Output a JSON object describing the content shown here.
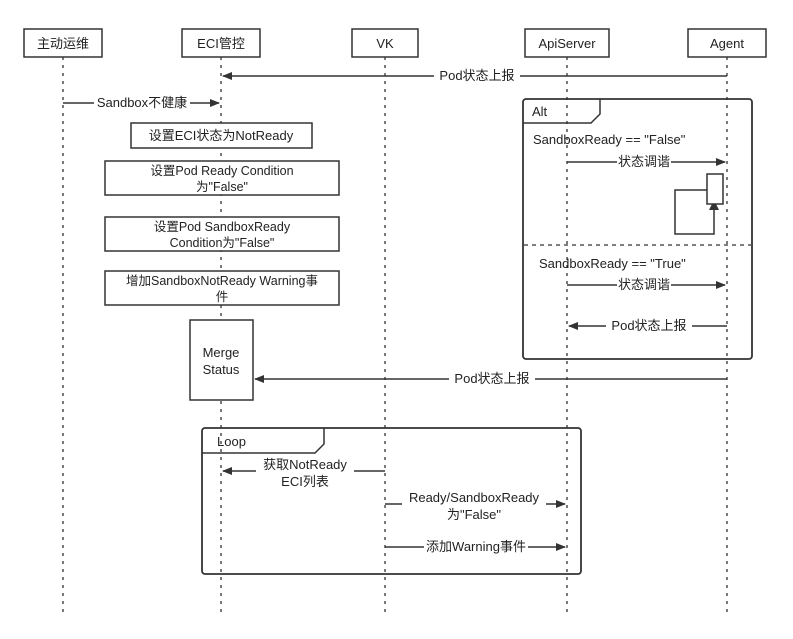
{
  "participants": [
    {
      "id": "ops",
      "label": "主动运维"
    },
    {
      "id": "eci",
      "label": "ECI管控"
    },
    {
      "id": "vk",
      "label": "VK"
    },
    {
      "id": "api",
      "label": "ApiServer"
    },
    {
      "id": "agent",
      "label": "Agent"
    }
  ],
  "messages": {
    "agent_pod_status": "Pod状态上报",
    "sandbox_unhealthy": "Sandbox不健康",
    "merge_pod_status": "Pod状态上报"
  },
  "eci_steps": {
    "set_status": "设置ECI状态为NotReady",
    "set_ready_cond_1": "设置Pod Ready Condition",
    "set_ready_cond_2": "为\"False\"",
    "set_sandbox_cond_1": "设置Pod SandboxReady",
    "set_sandbox_cond_2": "Condition为\"False\"",
    "add_event_1": "增加SandboxNotReady Warning事",
    "add_event_2": "件",
    "merge_1": "Merge",
    "merge_2": "Status"
  },
  "alt": {
    "label": "Alt",
    "guard_false": "SandboxReady  == \"False\"",
    "reconcile_false": "状态调谐",
    "guard_true": "SandboxReady == \"True\"",
    "reconcile_true": "状态调谐",
    "report_true": "Pod状态上报"
  },
  "loop": {
    "label": "Loop",
    "fetch_1": "获取NotReady",
    "fetch_2": "ECI列表",
    "ready_false_1": "Ready/SandboxReady",
    "ready_false_2": "为\"False\"",
    "add_warning": "添加Warning事件"
  }
}
